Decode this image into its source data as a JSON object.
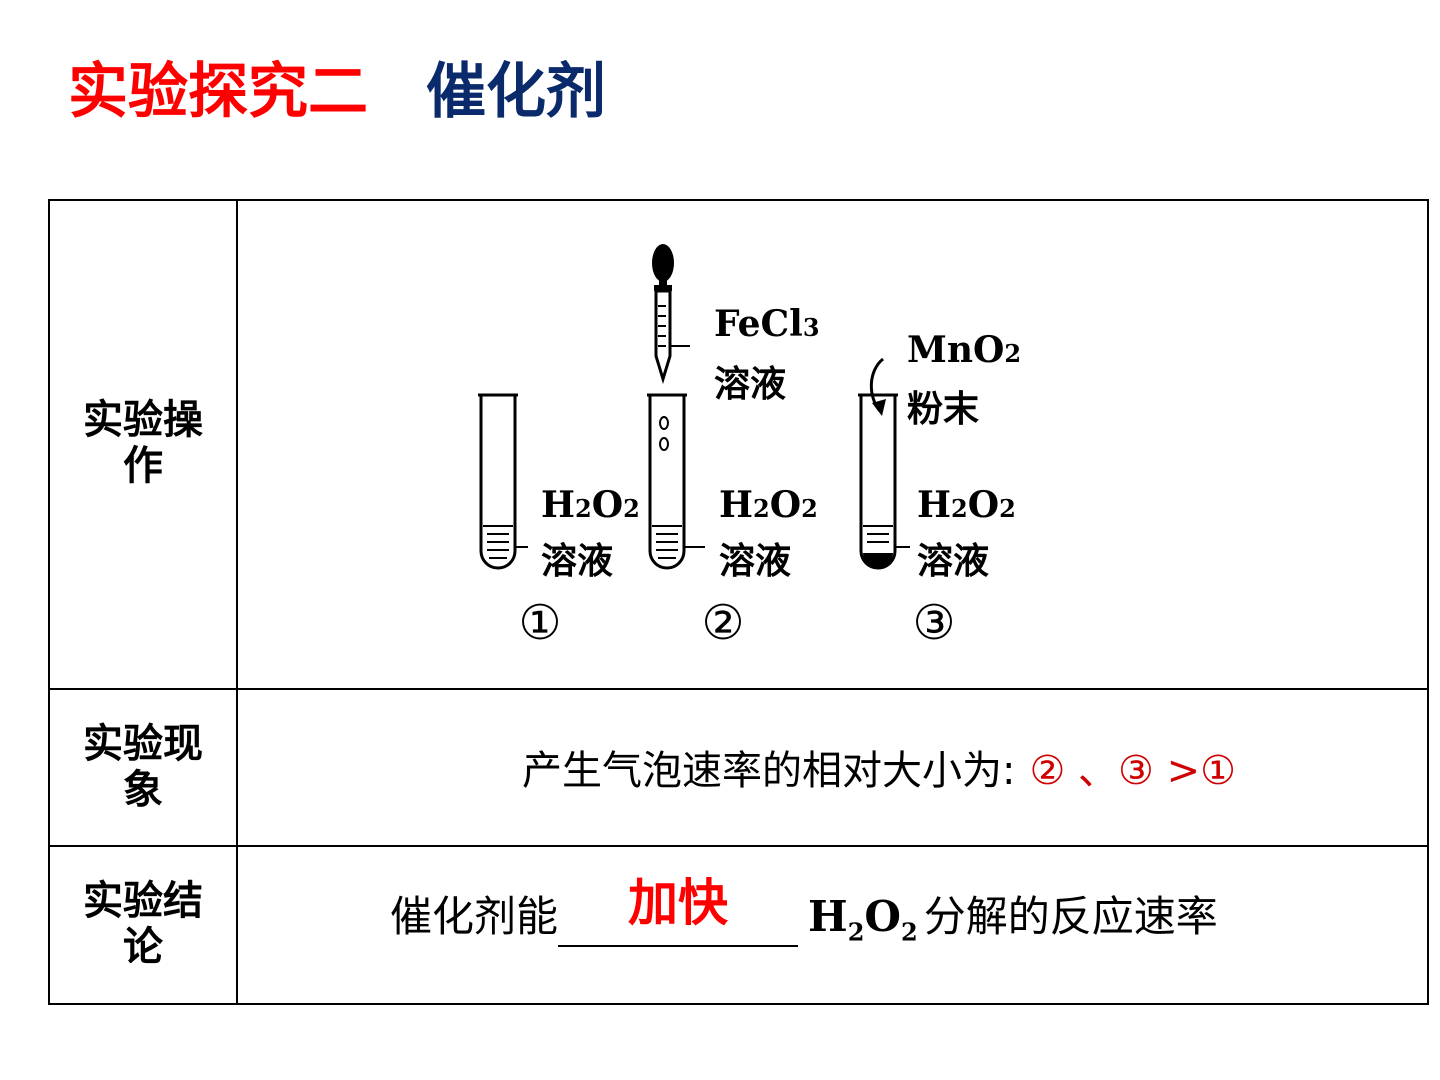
{
  "title": {
    "part1": "实验探究二",
    "part2": "催化剂"
  },
  "table": {
    "rows": [
      {
        "label_line1": "实验操",
        "label_line2": "作"
      },
      {
        "label_line1": "实验现",
        "label_line2": "象"
      },
      {
        "label_line1": "实验结",
        "label_line2": "论"
      }
    ]
  },
  "diagram": {
    "fecl3_formula": "FeCl",
    "fecl3_sub": "3",
    "fecl3_label": "溶液",
    "mno2_formula": "MnO",
    "mno2_sub": "2",
    "mno2_label": "粉末",
    "h2o2_h": "H",
    "h2o2_o": "O",
    "h2o2_sub": "2",
    "h2o2_label": "溶液",
    "tube_numbers": [
      "①",
      "②",
      "③"
    ]
  },
  "phenomenon": {
    "text": "产生气泡速率的相对大小为:",
    "answer": "② 、③ >①"
  },
  "conclusion": {
    "prefix": "催化剂能",
    "answer": "加快",
    "formula_h": "H",
    "formula_sub1": "2",
    "formula_o": "O",
    "formula_sub2": "2",
    "suffix": "分解的反应速率"
  },
  "colors": {
    "title_red": "#ff0000",
    "title_blue": "#0b2a6b",
    "answer_red": "#d00000"
  }
}
